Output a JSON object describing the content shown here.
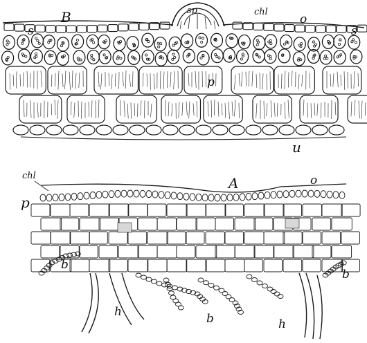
{
  "figure": {
    "panel_b": {
      "title": "B",
      "labels": {
        "sp": "sp",
        "chl": "chl",
        "o": "o",
        "s_left": "s",
        "s_right": "s",
        "p": "p",
        "u": "u"
      }
    },
    "panel_a": {
      "title": "A",
      "labels": {
        "chl": "chl",
        "o": "o",
        "p": "p",
        "b_left": "b",
        "b_right": "b",
        "b_bottom": "b",
        "h_left": "h",
        "h_right": "h"
      }
    },
    "ink_color": "#1a1a1a",
    "background": "#ffffff"
  }
}
